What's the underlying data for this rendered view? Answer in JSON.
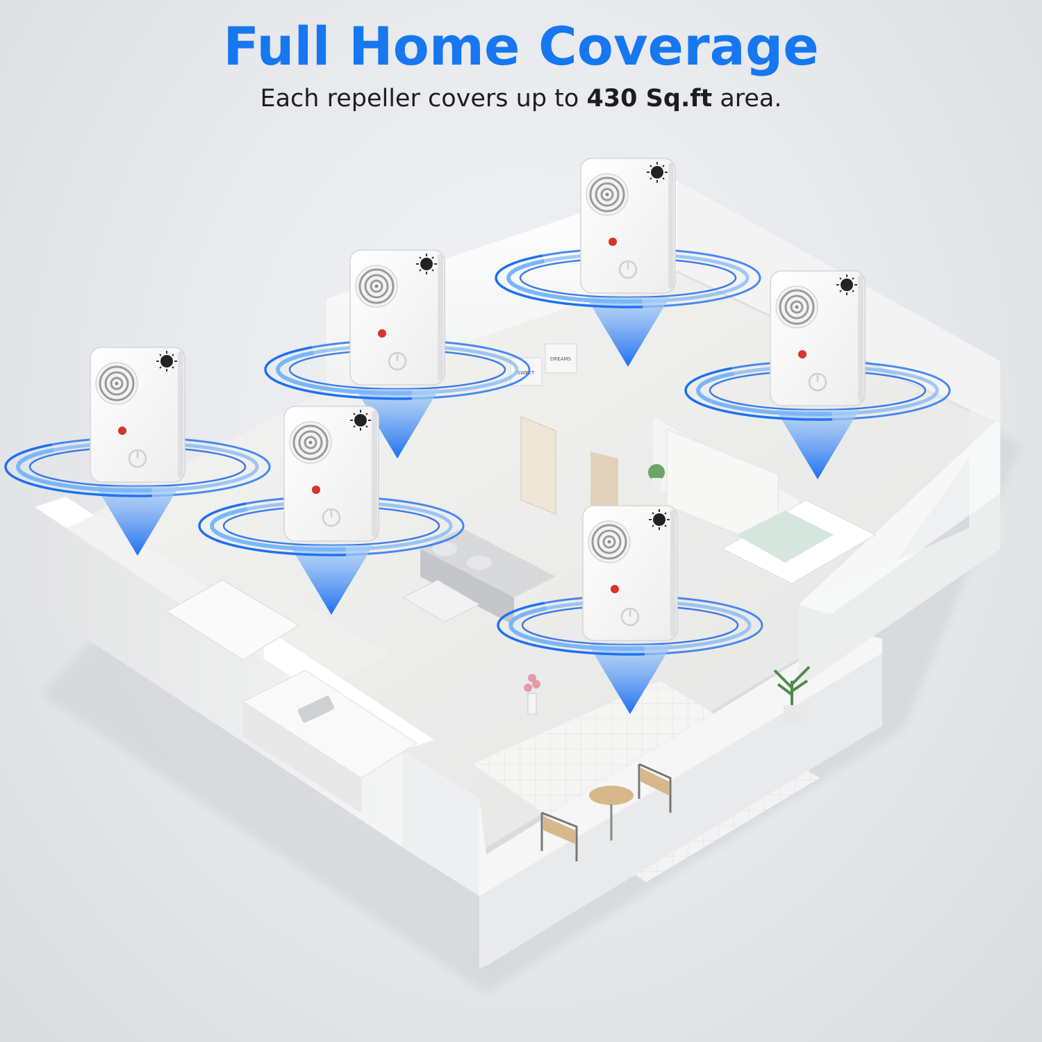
{
  "header": {
    "title": "Full Home Coverage",
    "subtitle_prefix": "Each repeller covers up to ",
    "subtitle_bold": "430 Sq.ft",
    "subtitle_suffix": " area."
  },
  "wall_art": {
    "left_frame": "SWEET",
    "right_frame": "DREAMS"
  },
  "colors": {
    "accent_blue": "#1677f0",
    "indicator_red": "#d8332c",
    "text_dark": "#1d1d1f"
  },
  "repellers": [
    {
      "id": "top-center"
    },
    {
      "id": "upper-middle"
    },
    {
      "id": "right"
    },
    {
      "id": "left"
    },
    {
      "id": "center"
    },
    {
      "id": "lower-right"
    }
  ]
}
